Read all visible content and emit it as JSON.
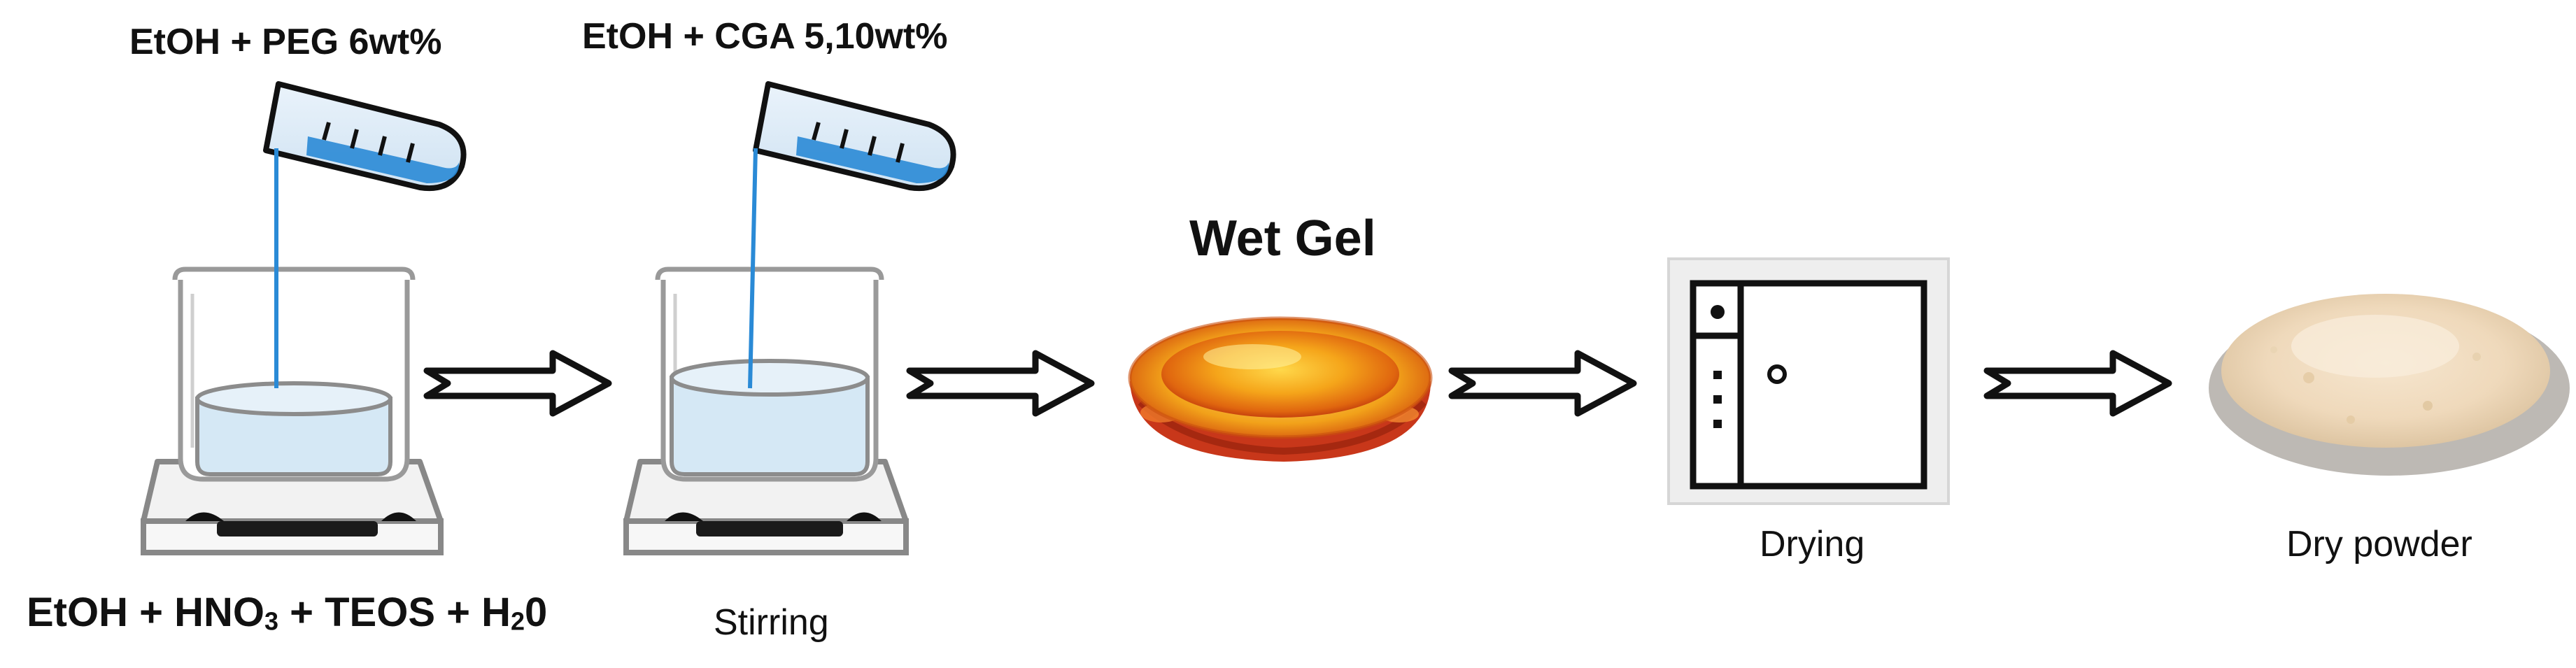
{
  "labels": {
    "step1_top_reagent": "EtOH + PEG 6wt%",
    "step2_top_reagent": "EtOH + CGA 5,10wt%",
    "step1_bottom_reagents_part1": "EtOH + HNO",
    "step1_bottom_sub1": "3",
    "step1_bottom_reagents_part2": " + TEOS + H",
    "step1_bottom_sub2": "2",
    "step1_bottom_reagents_part3": "0",
    "stirring": "Stirring",
    "wet_gel": "Wet Gel",
    "drying": "Drying",
    "dry_powder": "Dry powder"
  },
  "icons": [
    "test-tube-icon",
    "beaker-icon",
    "magnetic-stirrer-icon",
    "arrow-right-icon",
    "wet-gel-dish-icon",
    "oven-icon",
    "powder-icon"
  ],
  "colors": {
    "liquid_blue": "#2a8ad6",
    "beaker_liquid": "#d5e8f5",
    "gel_orange": "#f09a14",
    "gel_red": "#c93a12",
    "powder_cream": "#f0dcc2"
  }
}
